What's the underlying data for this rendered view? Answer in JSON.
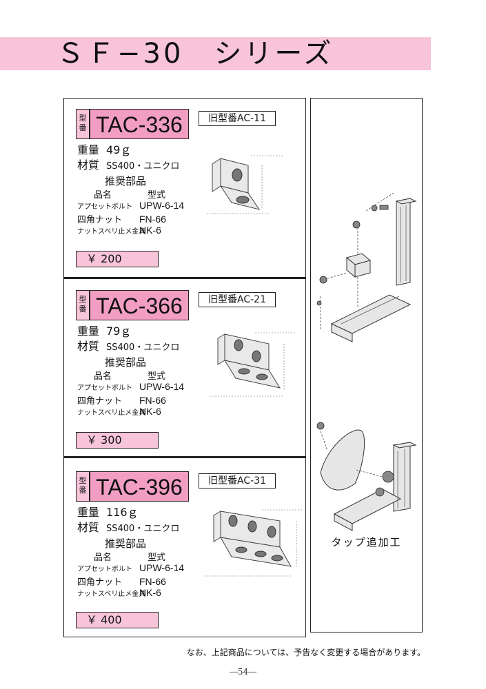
{
  "page": {
    "title": "ＳＦ−30　シリーズ",
    "footnote": "なお、上記商品については、予告なく変更する場合があります。",
    "page_number": "―54―",
    "assembly_caption": "タップ追加工"
  },
  "labels": {
    "type_tag": "型番",
    "weight": "重量",
    "material": "材質",
    "recommended": "推奨部品",
    "col_name": "品名",
    "col_type": "型式"
  },
  "products": [
    {
      "model": "TAC-336",
      "old_model": "旧型番AC-11",
      "weight": "49ｇ",
      "material": "SS400・ユニクロ",
      "parts": [
        {
          "name": "アプセットボルト",
          "code": "UPW-6-14"
        },
        {
          "name": "四角ナット",
          "code": "FN-66"
        },
        {
          "name": "ナットスベリ止メ金具",
          "code": "NK-6"
        }
      ],
      "price": "￥ 200"
    },
    {
      "model": "TAC-366",
      "old_model": "旧型番AC-21",
      "weight": "79ｇ",
      "material": "SS400・ユニクロ",
      "parts": [
        {
          "name": "アプセットボルト",
          "code": "UPW-6-14"
        },
        {
          "name": "四角ナット",
          "code": "FN-66"
        },
        {
          "name": "ナットスベリ止メ金具",
          "code": "NK-6"
        }
      ],
      "price": "￥ 300"
    },
    {
      "model": "TAC-396",
      "old_model": "旧型番AC-31",
      "weight": "116ｇ",
      "material": "SS400・ユニクロ",
      "parts": [
        {
          "name": "アプセットボルト",
          "code": "UPW-6-14"
        },
        {
          "name": "四角ナット",
          "code": "FN-66"
        },
        {
          "name": "ナットスベリ止メ金具",
          "code": "NK-6"
        }
      ],
      "price": "￥ 400"
    }
  ]
}
